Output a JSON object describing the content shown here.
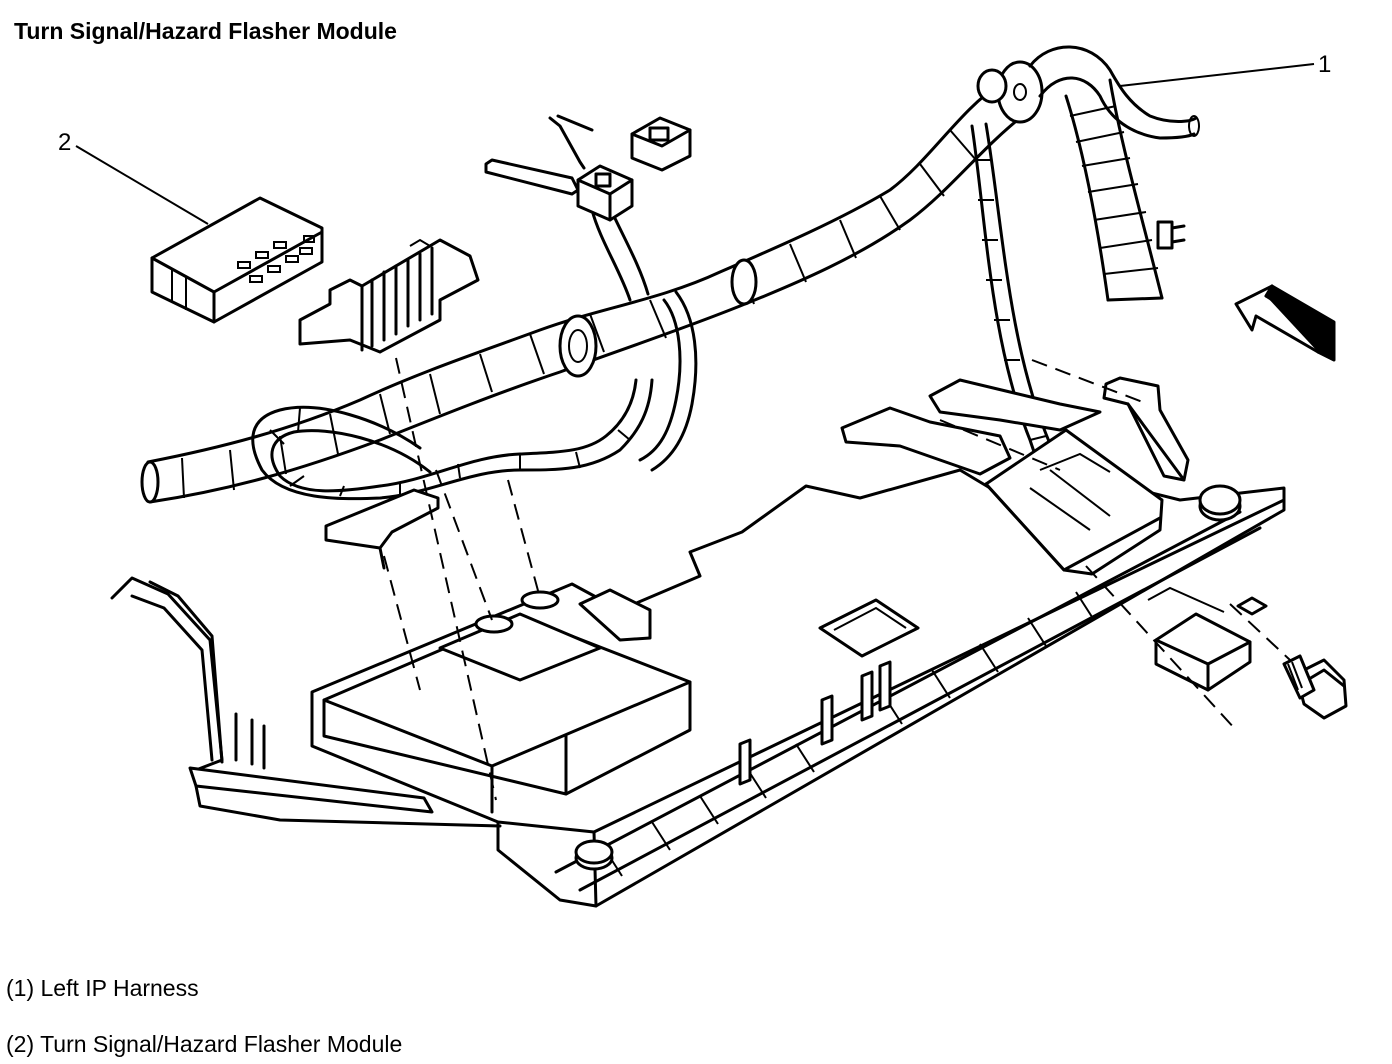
{
  "title": "Turn Signal/Hazard Flasher Module",
  "callouts": [
    {
      "number": "1"
    },
    {
      "number": "2"
    }
  ],
  "legend": [
    {
      "text": "(1) Left IP Harness"
    },
    {
      "text": "(2) Turn Signal/Hazard Flasher Module"
    }
  ]
}
